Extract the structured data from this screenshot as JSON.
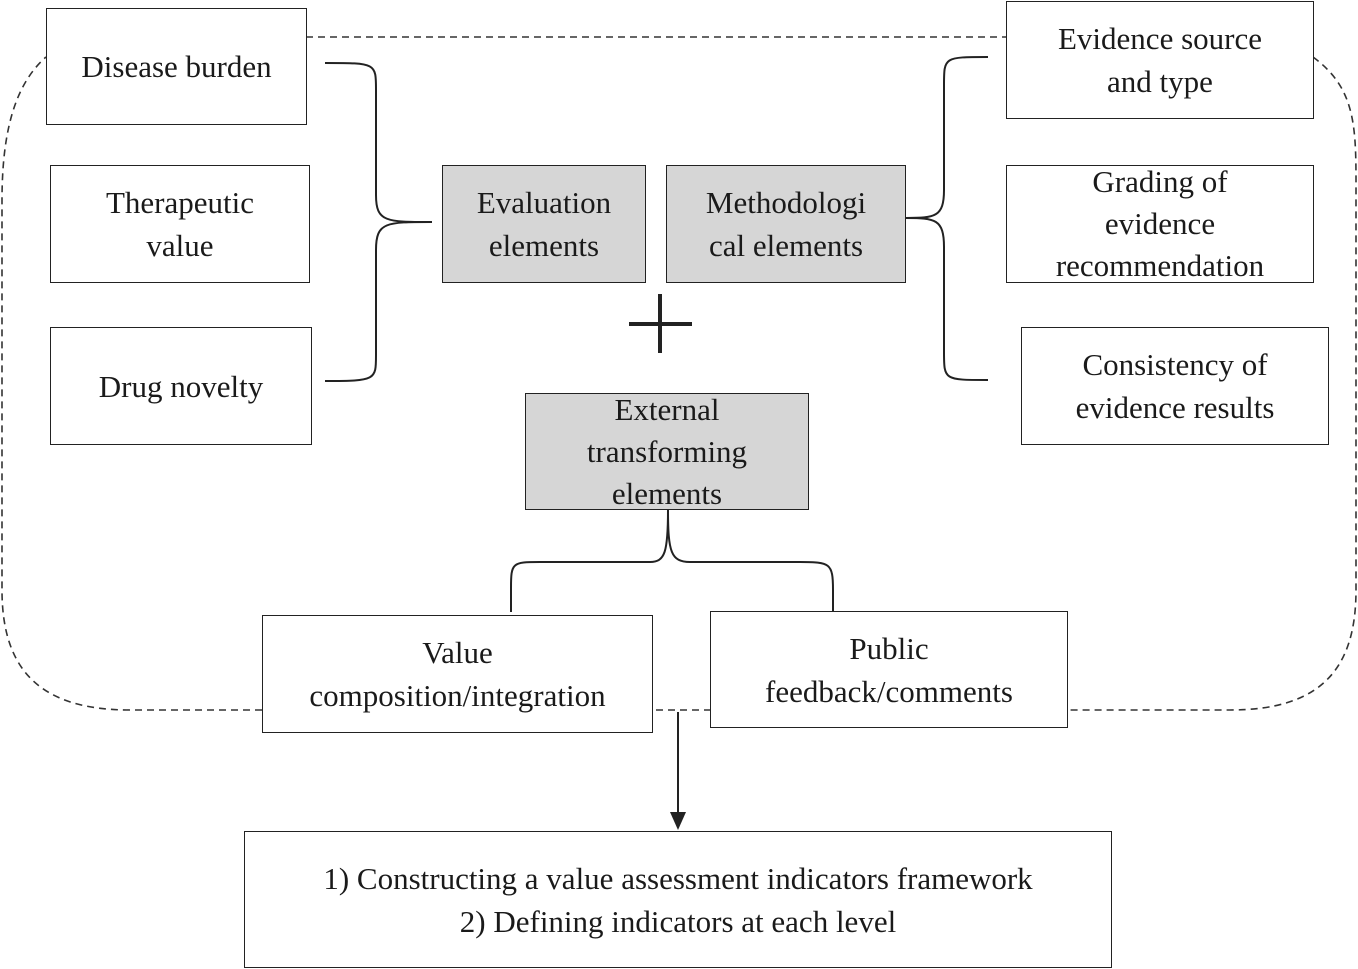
{
  "left_column": {
    "disease_burden": "Disease burden",
    "therapeutic_value": [
      "Therapeutic",
      "value"
    ],
    "drug_novelty": "Drug novelty"
  },
  "center": {
    "evaluation_elements": [
      "Evaluation",
      "elements"
    ],
    "methodological_elements": [
      "Methodologi",
      "cal elements"
    ],
    "plus_symbol": "+",
    "external_transforming_elements": [
      "External",
      "transforming",
      "elements"
    ]
  },
  "right_column": {
    "evidence_source": [
      "Evidence source",
      "and type"
    ],
    "grading_of_evidence": [
      "Grading of",
      "evidence",
      "recommendation"
    ],
    "consistency_of_evidence": [
      "Consistency of",
      "evidence results"
    ]
  },
  "bottom": {
    "value_composition": [
      "Value",
      "composition/integration"
    ],
    "public_feedback": [
      "Public",
      "feedback/comments"
    ],
    "outcome": [
      "1) Constructing a value assessment indicators framework",
      "2) Defining indicators at each level"
    ]
  }
}
